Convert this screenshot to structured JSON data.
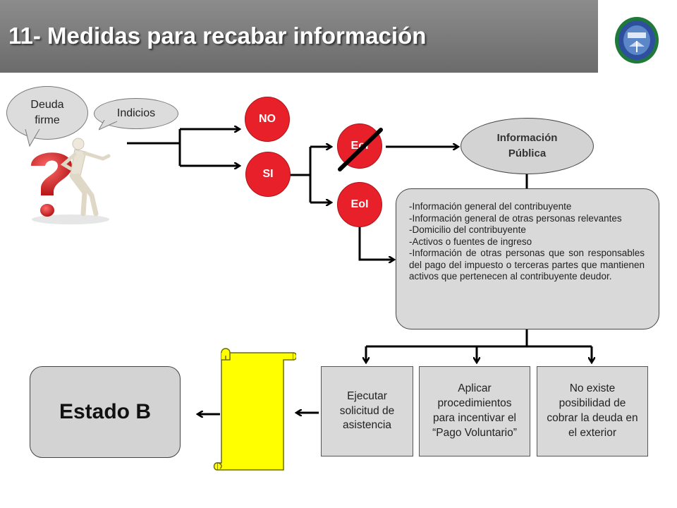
{
  "header": {
    "title": "11- Medidas para recabar información"
  },
  "bubbles": {
    "deuda": "Deuda firme",
    "indicios": "Indicios"
  },
  "circles": {
    "no": "NO",
    "si": "SI",
    "eoi_crossed": "EoI",
    "eoi": "EoI"
  },
  "public_info": {
    "label": "Información Pública"
  },
  "info_items": [
    "-Información general del contribuyente",
    "-Información general de otras personas relevantes",
    "-Domicilio del contribuyente",
    "-Activos o fuentes de ingreso",
    "-Información de otras personas que son responsables del pago del impuesto o terceras partes que mantienen activos que pertenecen al contribuyente deudor."
  ],
  "options": [
    "Ejecutar solicitud de asistencia",
    "Aplicar procedimientos para incentivar el “Pago Voluntario”",
    "No existe posibilidad de cobrar la deuda en el exterior"
  ],
  "result": {
    "label": "Estado B"
  },
  "colors": {
    "accent_red": "#e8202a",
    "scroll_yellow": "#ffff00",
    "box_gray": "#d9d9d9",
    "title_bar": "#7a7a7a"
  },
  "icons": {
    "logo": "institution-seal-icon",
    "illustration": "question-mark-figure-icon",
    "scroll": "scroll-icon"
  }
}
